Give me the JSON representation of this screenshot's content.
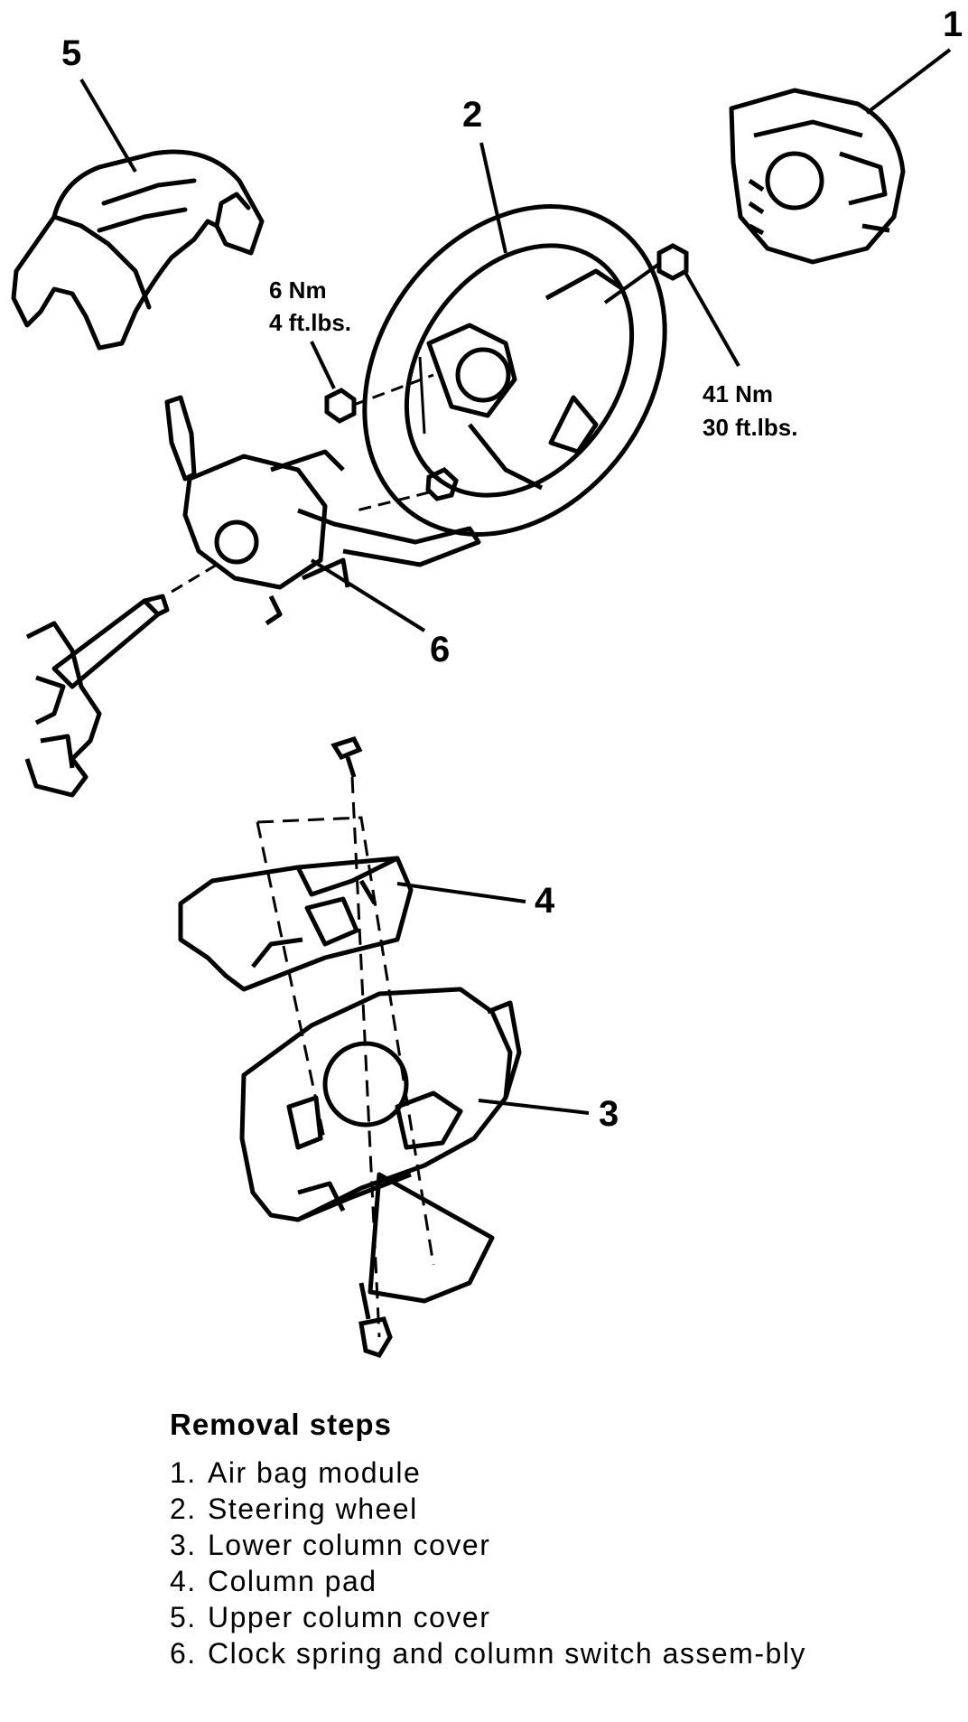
{
  "callouts": {
    "c1": "1",
    "c2": "2",
    "c3": "3",
    "c4": "4",
    "c5": "5",
    "c6": "6"
  },
  "torque": {
    "bolt_small_nm": "6 Nm",
    "bolt_small_ftlbs": "4 ft.lbs.",
    "nut_wheel_nm": "41 Nm",
    "nut_wheel_ftlbs": "30 ft.lbs."
  },
  "legend": {
    "title": "Removal steps",
    "steps": [
      {
        "n": "1.",
        "text": "Air bag module"
      },
      {
        "n": "2.",
        "text": "Steering wheel"
      },
      {
        "n": "3.",
        "text": "Lower column cover"
      },
      {
        "n": "4.",
        "text": "Column pad"
      },
      {
        "n": "5.",
        "text": "Upper column cover"
      },
      {
        "n": "6.",
        "text": "Clock spring and column switch assem-bly"
      }
    ]
  }
}
